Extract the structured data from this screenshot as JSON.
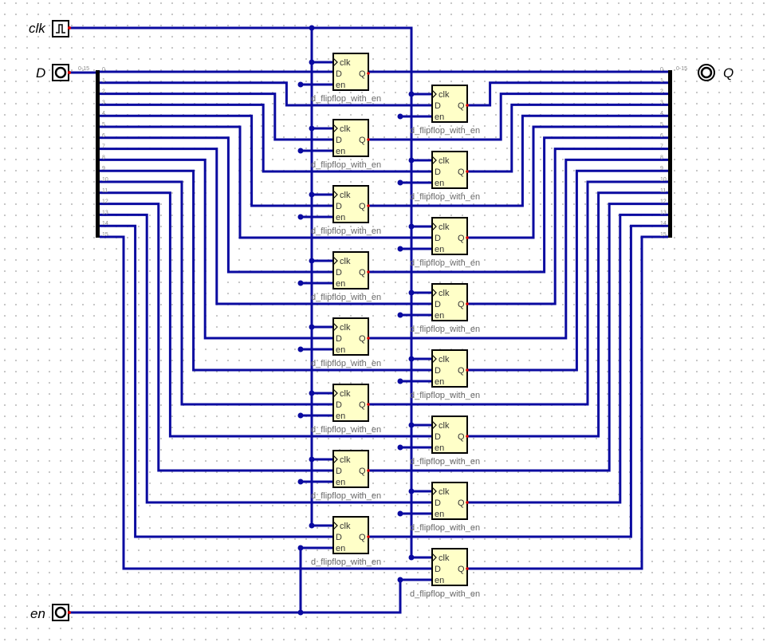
{
  "circuit": {
    "inputs": {
      "clk": "clk",
      "d": "D",
      "en": "en"
    },
    "output": "Q",
    "bus_range": "0-15",
    "bits": [
      "0",
      "1",
      "2",
      "3",
      "4",
      "5",
      "6",
      "7",
      "8",
      "9",
      "10",
      "11",
      "12",
      "13",
      "14",
      "15"
    ],
    "flipflop": {
      "name": "d_flipflop_with_en",
      "ports": {
        "clk": "clk",
        "d": "D",
        "en": "en",
        "q": "Q"
      }
    },
    "wire_color": "#0a0aa0",
    "box_fill": "#ffffc8"
  }
}
